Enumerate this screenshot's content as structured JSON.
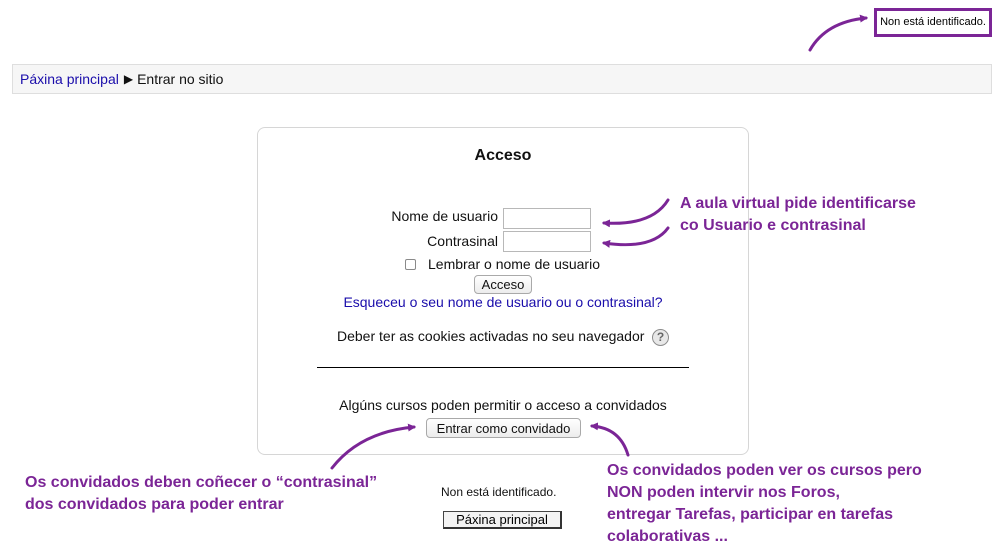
{
  "header": {
    "login_status": "Non está identificado."
  },
  "navbar": {
    "breadcrumb_home": "Páxina principal",
    "breadcrumb_separator": "▶",
    "breadcrumb_current": "Entrar no sitio"
  },
  "login": {
    "title": "Acceso",
    "username_label": "Nome de usuario",
    "username_value": "",
    "password_label": "Contrasinal",
    "password_value": "",
    "remember_label": "Lembrar o nome de usuario",
    "remember_checked": false,
    "submit_label": "Acceso",
    "forgot_link": "Esqueceu o seu nome de usuario ou o contrasinal?",
    "cookies_notice": "Deber ter as cookies activadas no seu navegador",
    "help_icon": "?",
    "guest_notice": "Algúns cursos poden permitir o acceso a convidados",
    "guest_button": "Entrar como convidado"
  },
  "footer": {
    "login_status": "Non está identificado.",
    "home_button": "Páxina principal"
  },
  "annotations": {
    "credentials": [
      "A aula virtual pide identificarse",
      "co Usuario e contrasinal"
    ],
    "guest_password": [
      "Os convidados deben coñecer o “contrasinal”",
      "dos convidados para poder entrar"
    ],
    "guest_access": [
      "Os convidados poden ver os cursos pero",
      "NON poden intervir nos Foros,",
      "entregar Tarefas, participar en tarefas",
      "colaborativas ..."
    ]
  },
  "colors": {
    "annotation_purple": "#7b2596",
    "link_blue": "#1a0dab"
  }
}
